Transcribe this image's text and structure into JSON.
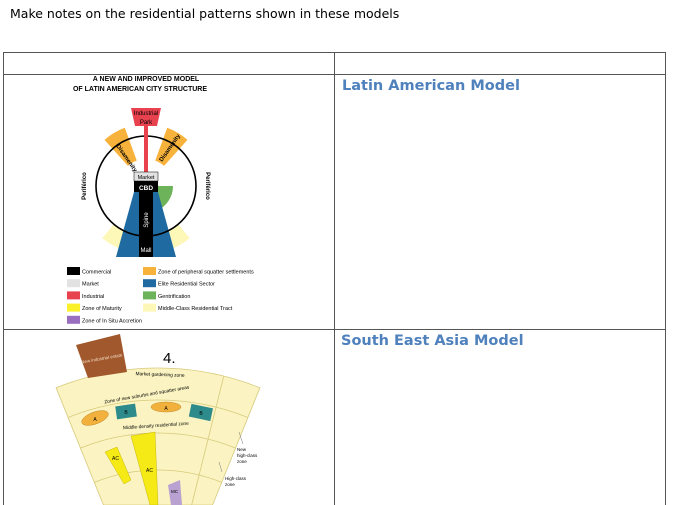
{
  "instruction": "Make notes on the residential patterns shown in these models",
  "rows": [
    {
      "right_heading": "Latin American Model"
    },
    {
      "right_heading": "South East Asia Model"
    }
  ],
  "latin_diagram": {
    "title_line1": "A NEW AND IMPROVED MODEL",
    "title_line2": "OF LATIN AMERICAN CITY STRUCTURE",
    "labels": {
      "industrial": "Industrial",
      "park": "Park",
      "disamenity": "Disamenity",
      "periferico": "Periférico",
      "market": "Market",
      "cbd": "CBD",
      "spine": "Spine",
      "mall": "Mall"
    },
    "legend": [
      {
        "label": "Commercial",
        "color": "#000000"
      },
      {
        "label": "Market",
        "color": "#e2e2e2"
      },
      {
        "label": "Industrial",
        "color": "#e8424f"
      },
      {
        "label": "Zone of Maturity",
        "color": "#fbf12a"
      },
      {
        "label": "Zone of In Situ Accretion",
        "color": "#9b6fbf"
      },
      {
        "label": "Zone of peripheral squatter settlements",
        "color": "#f7b23c"
      },
      {
        "label": "Elite Residential Sector",
        "color": "#1f6aa0"
      },
      {
        "label": "Gentrification",
        "color": "#6cb35a"
      },
      {
        "label": "Middle-Class Residential Tract",
        "color": "#fdf7b8"
      }
    ]
  },
  "sea_diagram": {
    "number": "4.",
    "labels": {
      "industrial": "New industrial estate",
      "market_gardening": "Market gardening zone",
      "suburbs": "Zone of new suburbs and squatter areas",
      "middle_density": "Middle-density residential zone",
      "new_high_class": "New high-class zone",
      "high_class": "High-class zone",
      "a": "A",
      "b": "B",
      "ac": "AC",
      "mc": "MC"
    },
    "colors": {
      "fan": "#fbf4c2",
      "edge": "#d6c97a",
      "industrial": "#a0582c",
      "squatter": "#f2b13c",
      "suburb_b": "#2e8b8b",
      "ac": "#f5ea15",
      "mc": "#b9a2d2"
    }
  }
}
